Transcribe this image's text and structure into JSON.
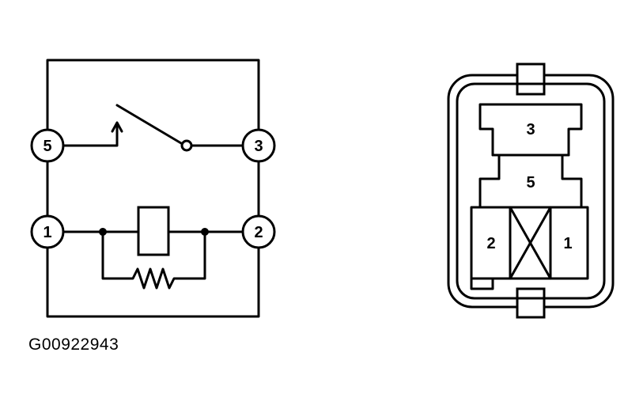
{
  "schematic": {
    "terminals": [
      "5",
      "3",
      "1",
      "2"
    ]
  },
  "connector": {
    "cavities": [
      "3",
      "5",
      "2",
      "1"
    ]
  },
  "figure_code": "G00922943",
  "colors": {
    "ink": "#000000",
    "background": "#ffffff"
  }
}
